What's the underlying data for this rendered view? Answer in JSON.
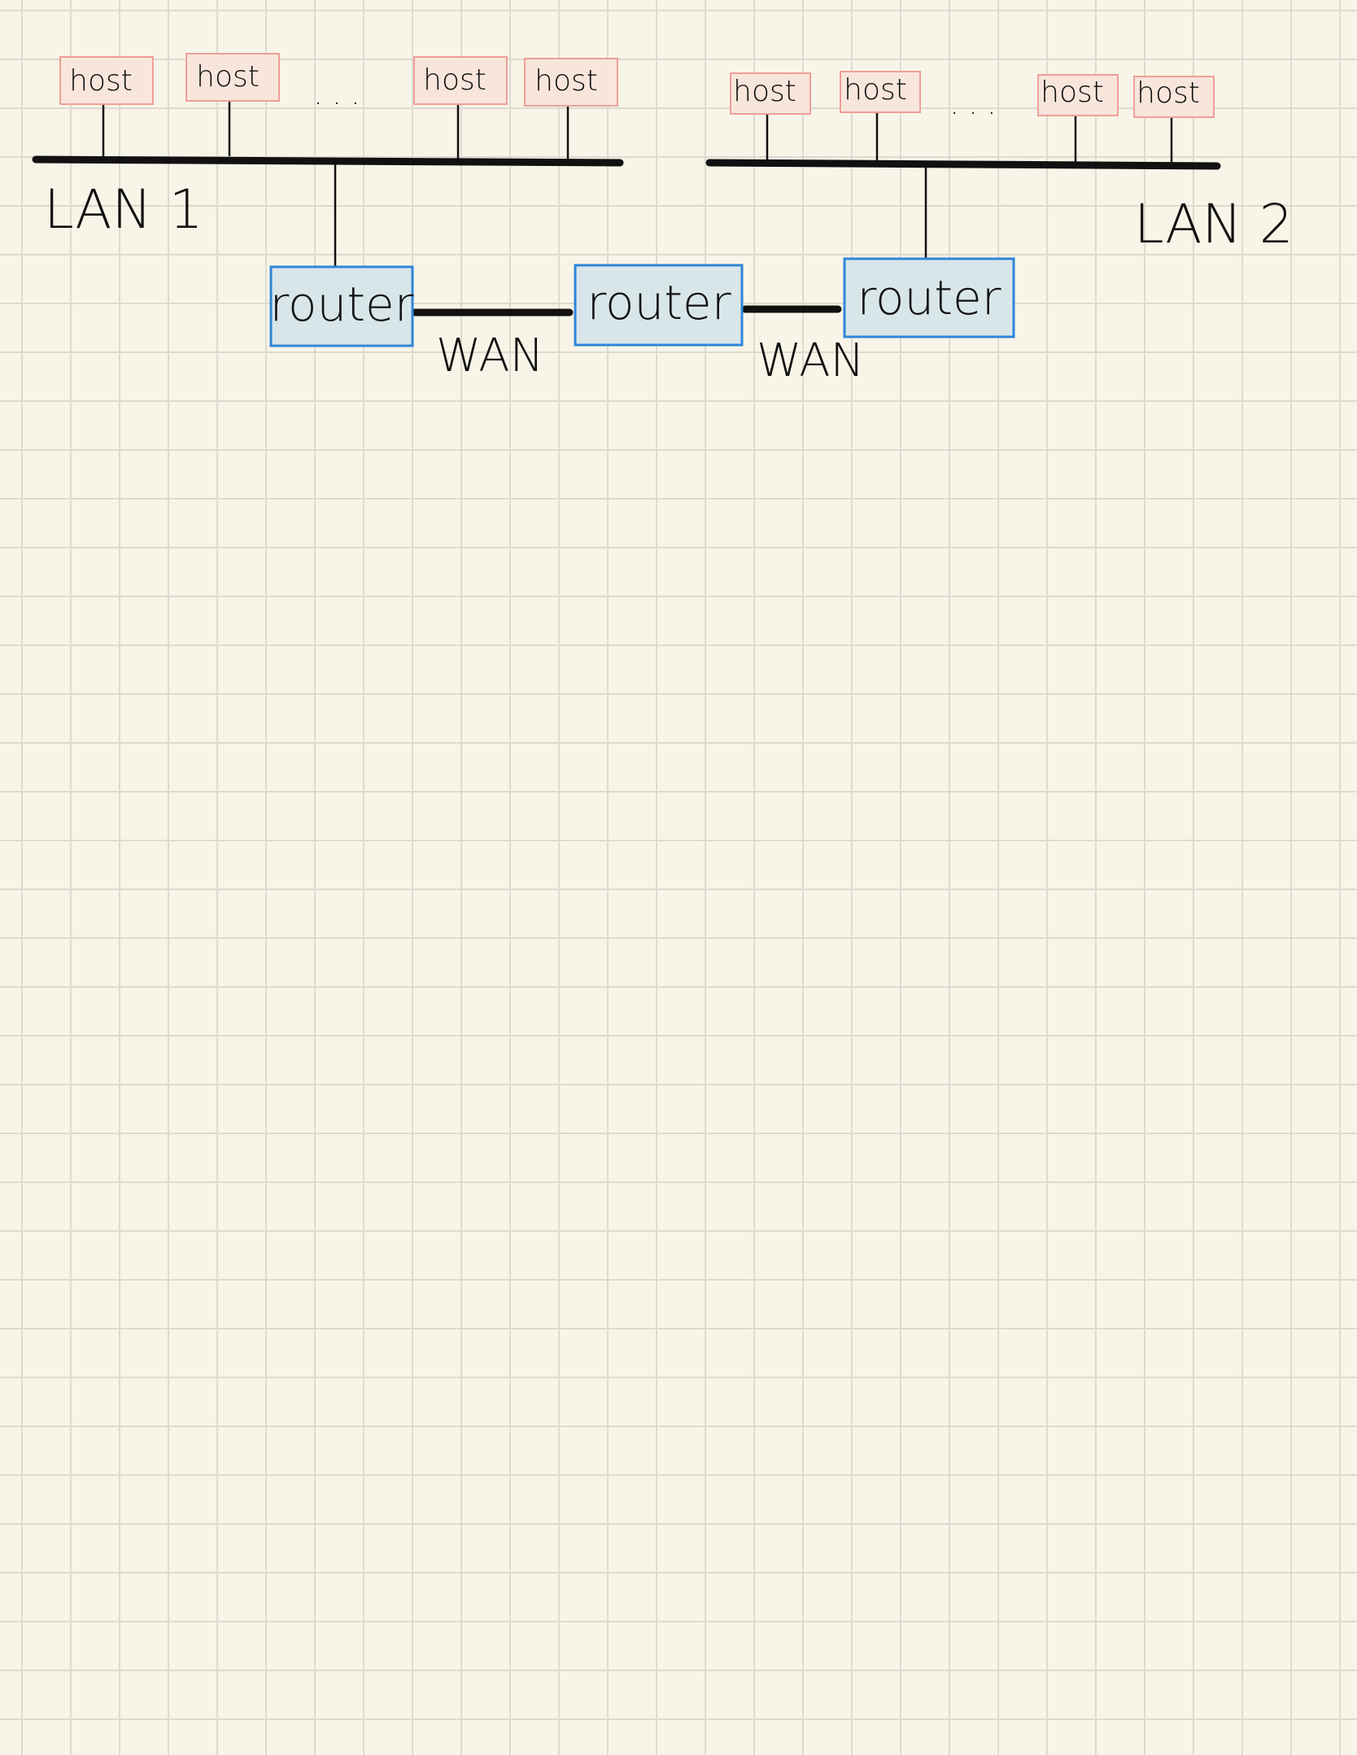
{
  "diagram": {
    "lan1": {
      "label": "LAN 1",
      "hosts": [
        "host",
        "host",
        "host",
        "host"
      ],
      "ellipsis": ". . ."
    },
    "lan2": {
      "label": "LAN 2",
      "hosts": [
        "host",
        "host",
        "host",
        "host"
      ],
      "ellipsis": ". . ."
    },
    "routers": [
      "router",
      "router",
      "router"
    ],
    "links": [
      "WAN",
      "WAN"
    ]
  },
  "colors": {
    "paper": "#f8f5e8",
    "grid": "#dedad0",
    "host_fill": "#f8e6dc",
    "host_stroke": "#ef9e98",
    "router_fill": "#d8e6ea",
    "router_stroke": "#2f86d8",
    "ink": "#111111"
  }
}
